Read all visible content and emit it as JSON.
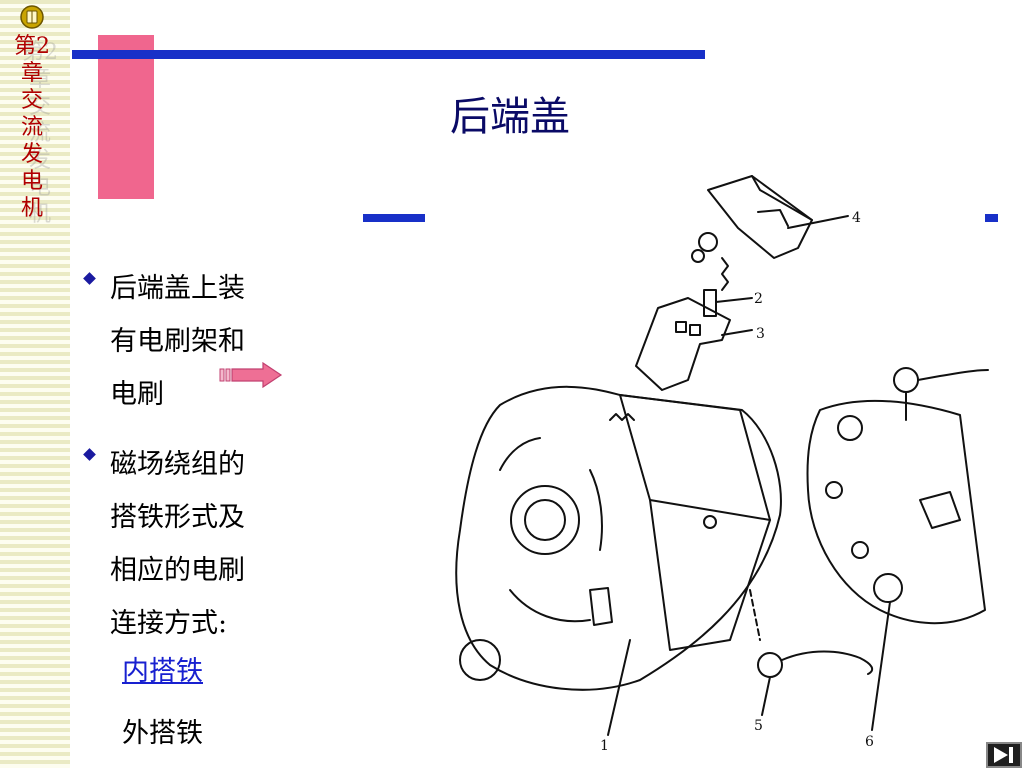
{
  "sidebar": {
    "chapter_title": "第2章 交流发电机",
    "icon": "book-icon"
  },
  "slide": {
    "title": "后端盖",
    "bullets": [
      {
        "text": "后端盖上装\n有电刷架和\n电刷"
      },
      {
        "text": "磁场绕组的\n搭铁形式及\n相应的电刷\n连接方式:"
      }
    ],
    "options": {
      "internal": "内搭铁",
      "external": "外搭铁"
    },
    "next_arrow_icon": "right-arrow-icon"
  },
  "figure": {
    "labels": [
      "1",
      "2",
      "3",
      "4",
      "5",
      "6"
    ]
  },
  "navigation": {
    "last_slide_icon": "skip-to-end-icon"
  },
  "colors": {
    "accent_blue": "#1830c8",
    "pink_block": "#f0668e",
    "title_navy": "#0a0a66",
    "chapter_red": "#b00000",
    "link_blue": "#1820d0"
  }
}
